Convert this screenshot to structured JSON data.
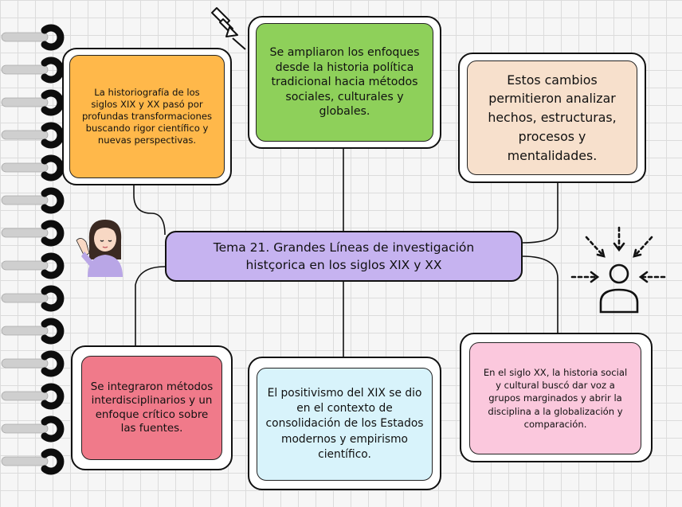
{
  "central": {
    "text": "Tema 21. Grandes Líneas de investigación histçorica en los siglos XIX y XX",
    "color": "#c6b3f0"
  },
  "boxes": {
    "top_left": {
      "text": "La historiografía de los siglos XIX y XX pasó por profundas transformaciones buscando rigor científico y nuevas perspectivas.",
      "color": "#ffb84a"
    },
    "top_center": {
      "text": "Se ampliaron los enfoques desde la historia política tradicional hacia métodos sociales, culturales y globales.",
      "color": "#8ed05a"
    },
    "top_right": {
      "text": "Estos cambios permitieron analizar hechos, estructuras, procesos y mentalidades.",
      "color": "#f7e0cc"
    },
    "bottom_left": {
      "text": "Se integraron métodos interdisciplinarios y un enfoque crítico sobre las fuentes.",
      "color": "#f07a8a"
    },
    "bottom_center": {
      "text": "El positivismo del XIX se dio en el contexto de consolidación de los Estados modernos y empirismo científico.",
      "color": "#d8f3fb"
    },
    "bottom_right": {
      "text": "En el siglo XX, la historia social y cultural buscó dar voz a grupos marginados y abrir la disciplina a la globalización y comparación.",
      "color": "#fbc8dd"
    }
  },
  "icons": [
    "push-pin-icon",
    "thinking-girl-icon",
    "focus-person-icon"
  ]
}
